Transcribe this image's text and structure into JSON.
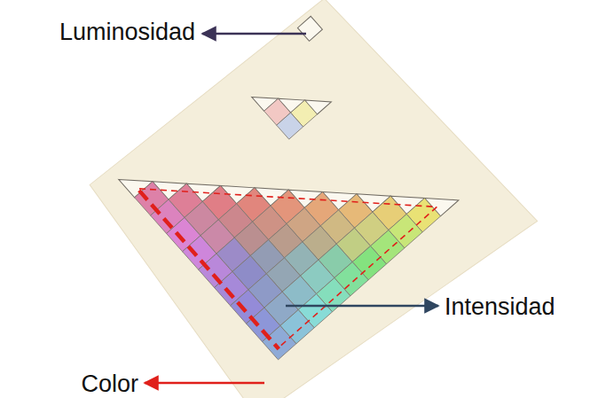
{
  "diagram": {
    "labels": [
      "Luminosidad",
      "Intensidad",
      "Color"
    ]
  }
}
